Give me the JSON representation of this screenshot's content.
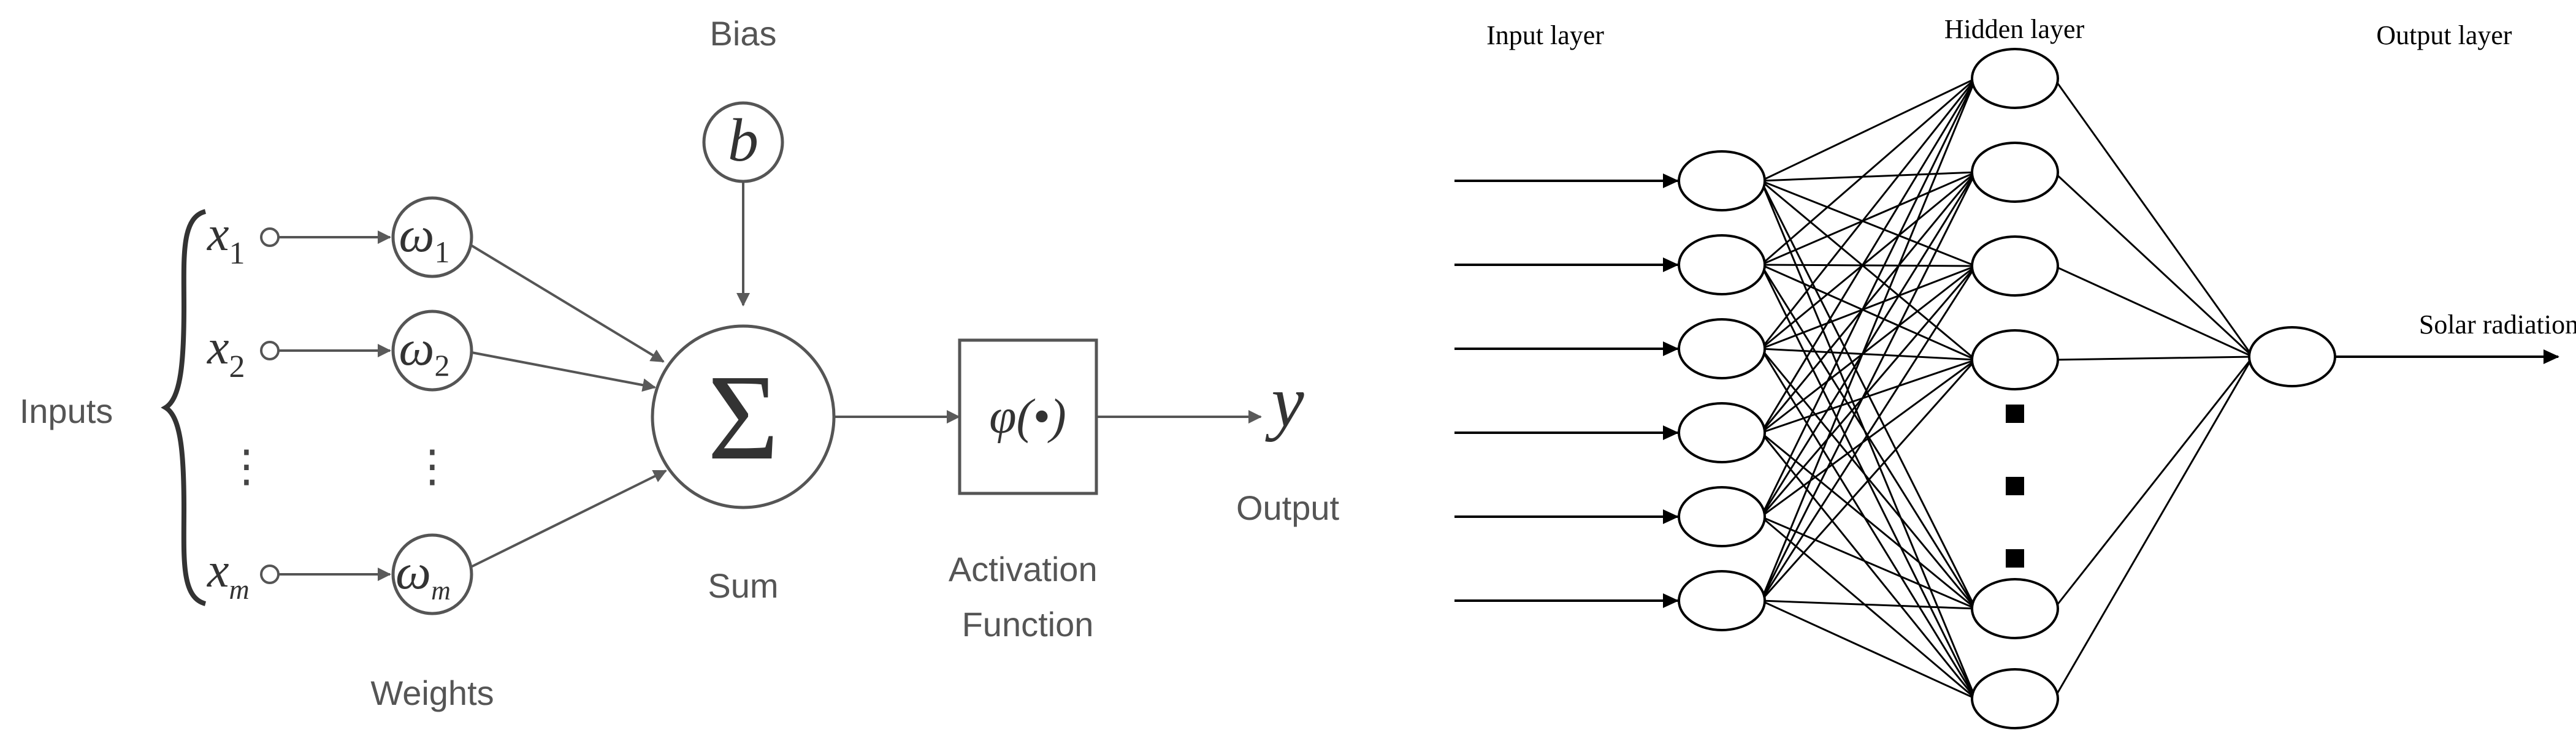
{
  "perceptron": {
    "bias_label": "Bias",
    "bias_symbol": "b",
    "inputs_label": "Inputs",
    "inputs": [
      {
        "base": "x",
        "sub": "1"
      },
      {
        "base": "x",
        "sub": "2"
      },
      {
        "base": "x",
        "sub": "m"
      }
    ],
    "weights": [
      {
        "base": "ω",
        "sub": "1"
      },
      {
        "base": "ω",
        "sub": "2"
      },
      {
        "base": "ω",
        "sub": "m"
      }
    ],
    "ellipsis": "⋮",
    "weights_label": "Weights",
    "sum_symbol": "Σ",
    "sum_label": "Sum",
    "activation_symbol": "φ(•)",
    "activation_label_line1": "Activation",
    "activation_label_line2": "Function",
    "output_symbol": "y",
    "output_label": "Output"
  },
  "network": {
    "input_layer_label": "Input layer",
    "hidden_layer_label": "Hidden layer",
    "output_layer_label": "Output layer",
    "output_name": "Solar radiation",
    "input_node_count": 6,
    "hidden_node_count_top": 4,
    "hidden_node_count_bottom": 2,
    "hidden_gap_marker_count": 3
  }
}
